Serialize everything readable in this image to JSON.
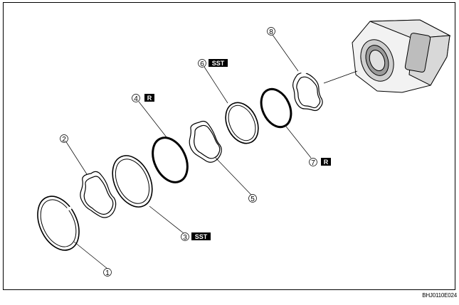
{
  "callouts": [
    {
      "num": "1",
      "tag": ""
    },
    {
      "num": "2",
      "tag": ""
    },
    {
      "num": "3",
      "tag": "SST"
    },
    {
      "num": "4",
      "tag": "R"
    },
    {
      "num": "5",
      "tag": ""
    },
    {
      "num": "6",
      "tag": "SST"
    },
    {
      "num": "7",
      "tag": "R"
    },
    {
      "num": "8",
      "tag": ""
    }
  ],
  "figure_code": "BHJ0110E024",
  "colors": {
    "line": "#000000",
    "tag_bg": "#000000",
    "tag_text": "#ffffff",
    "housing_shade": "#d8d8d8"
  }
}
